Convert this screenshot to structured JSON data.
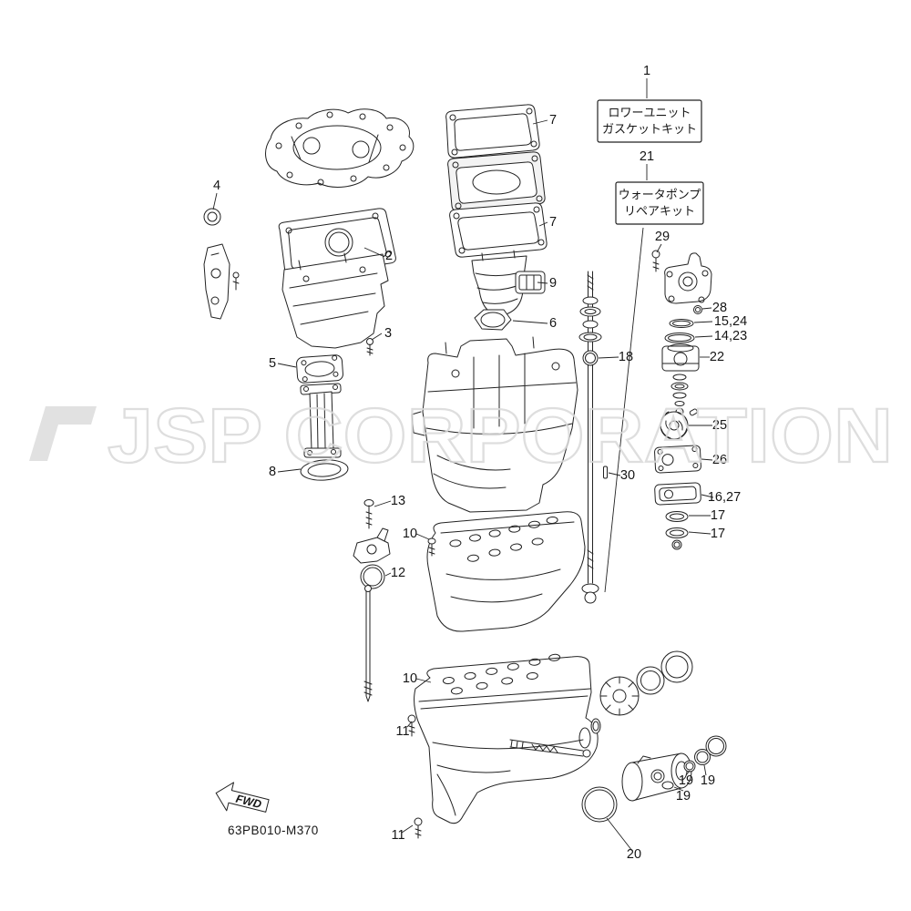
{
  "drawing_number": "63PB010-M370",
  "fwd_label": "FWD",
  "watermark": "JSP CORPORATION",
  "colors": {
    "line": "#222222",
    "watermark": "#d9d9d9",
    "background": "#ffffff"
  },
  "kit_boxes": [
    {
      "callout": "1",
      "line1": "ロワーユニット",
      "line2": "ガスケットキット"
    },
    {
      "callout": "21",
      "line1": "ウォータポンプ",
      "line2": "リペアキット"
    }
  ],
  "callouts": [
    {
      "label": "1"
    },
    {
      "label": "7"
    },
    {
      "label": "21"
    },
    {
      "label": "7"
    },
    {
      "label": "4"
    },
    {
      "label": "2"
    },
    {
      "label": "29"
    },
    {
      "label": "9"
    },
    {
      "label": "28"
    },
    {
      "label": "15,24"
    },
    {
      "label": "14,23"
    },
    {
      "label": "6"
    },
    {
      "label": "3"
    },
    {
      "label": "18"
    },
    {
      "label": "22"
    },
    {
      "label": "5"
    },
    {
      "label": "25"
    },
    {
      "label": "26"
    },
    {
      "label": "8"
    },
    {
      "label": "30"
    },
    {
      "label": "16,27"
    },
    {
      "label": "13"
    },
    {
      "label": "17"
    },
    {
      "label": "10"
    },
    {
      "label": "17"
    },
    {
      "label": "12"
    },
    {
      "label": "10"
    },
    {
      "label": "11"
    },
    {
      "label": "19"
    },
    {
      "label": "19"
    },
    {
      "label": "19"
    },
    {
      "label": "20"
    },
    {
      "label": "11"
    }
  ]
}
